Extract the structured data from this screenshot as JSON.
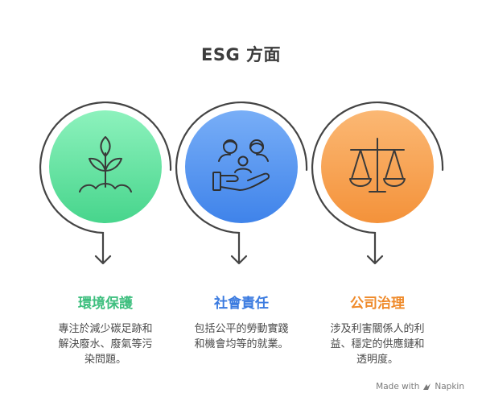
{
  "title": "ESG 方面",
  "columns": [
    {
      "key": "environment",
      "title": "環境保護",
      "description": "專注於減少碳足跡和解決廢水、廢氣等污染問題。",
      "desc_lines": [
        "專注於減少碳足跡和",
        "解決廢水、廢氣等污",
        "染問題。"
      ],
      "icon": "sprout-icon",
      "color": "#3fbf7f",
      "circle_fill": "#6be0a3"
    },
    {
      "key": "social",
      "title": "社會責任",
      "description": "包括公平的勞動實踐和機會均等的就業。",
      "desc_lines": [
        "包括公平的勞動實踐",
        "和機會均等的就業。"
      ],
      "icon": "people-hand-icon",
      "color": "#3b7be0",
      "circle_fill": "#5b98f2"
    },
    {
      "key": "governance",
      "title": "公司治理",
      "description": "涉及利害關係人的利益、穩定的供應鏈和透明度。",
      "desc_lines": [
        "涉及利害關係人的利",
        "益、穩定的供應鏈和",
        "透明度。"
      ],
      "icon": "balance-scale-icon",
      "color": "#ef8a2a",
      "circle_fill": "#f8a253"
    }
  ],
  "footer": {
    "made_with": "Made with",
    "brand": "Napkin"
  }
}
